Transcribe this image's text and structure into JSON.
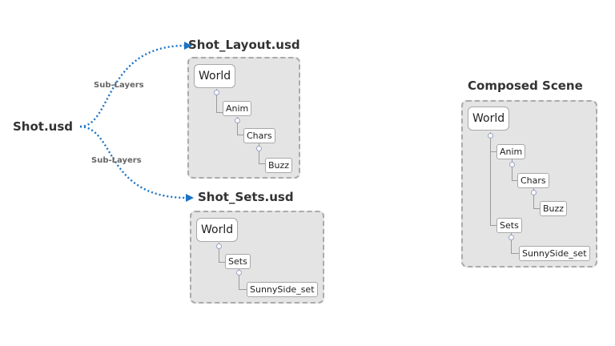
{
  "root": {
    "label": "Shot.usd"
  },
  "edges": [
    {
      "label": "Sub-Layers"
    },
    {
      "label": "Sub-Layers"
    }
  ],
  "layers": [
    {
      "title": "Shot_Layout.usd",
      "tree": [
        "World",
        "Anim",
        "Chars",
        "Buzz"
      ]
    },
    {
      "title": "Shot_Sets.usd",
      "tree": [
        "World",
        "Sets",
        "SunnySide_set"
      ]
    }
  ],
  "composed": {
    "title": "Composed Scene",
    "tree": [
      "World",
      "Anim",
      "Chars",
      "Buzz",
      "Sets",
      "SunnySide_set"
    ]
  },
  "colors": {
    "arrow": "#1a73c7",
    "panel_bg": "#e4e4e4",
    "panel_border": "#aaaaaa"
  },
  "icons": {
    "tree_node_marker": "circle-minus-icon"
  }
}
